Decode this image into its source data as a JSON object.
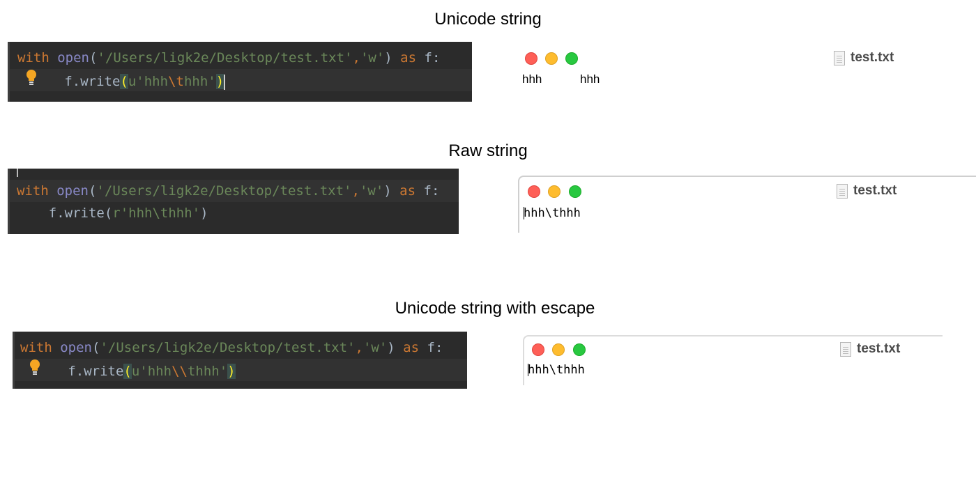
{
  "sections": [
    {
      "title": "Unicode string",
      "code": {
        "line1": {
          "kw_with": "with",
          "fn_open": "open",
          "p_open": "(",
          "path": "'/Users/ligk2e/Desktop/test.txt'",
          "comma": ",",
          "mode": "'w'",
          "p_close": ")",
          "kw_as": "as",
          "tail": " f:"
        },
        "line2": {
          "call": "f.write",
          "p_open": "(",
          "str_a": "u'hhh",
          "esc": "\\t",
          "str_b": "hhh'",
          "p_close": ")"
        }
      },
      "window": {
        "filename": "test.txt",
        "content_left": "hhh",
        "content_right": "hhh"
      }
    },
    {
      "title": "Raw string",
      "code": {
        "line1": {
          "kw_with": "with",
          "fn_open": "open",
          "p_open": "(",
          "path": "'/Users/ligk2e/Desktop/test.txt'",
          "comma": ",",
          "mode": "'w'",
          "p_close": ")",
          "kw_as": "as",
          "tail": " f:"
        },
        "line2": {
          "call": "f.write",
          "p_open": "(",
          "str_a": "r'hhh\\thhh'",
          "p_close": ")"
        }
      },
      "window": {
        "filename": "test.txt",
        "content": "hhh\\thhh"
      }
    },
    {
      "title": "Unicode string with escape",
      "code": {
        "line1": {
          "kw_with": "with",
          "fn_open": "open",
          "p_open": "(",
          "path": "'/Users/ligk2e/Desktop/test.txt'",
          "comma": ",",
          "mode": "'w'",
          "p_close": ")",
          "kw_as": "as",
          "tail": " f:"
        },
        "line2": {
          "call": "f.write",
          "p_open": "(",
          "str_a": "u'hhh",
          "esc": "\\\\",
          "str_b": "thhh'",
          "p_close": ")"
        }
      },
      "window": {
        "filename": "test.txt",
        "content": "hhh\\thhh"
      }
    }
  ],
  "colors": {
    "editor_bg": "#2b2b2b",
    "keyword": "#cc7832",
    "string": "#6a8759",
    "function": "#8888c6",
    "bulb": "#f5a623"
  },
  "icons": [
    "lightbulb-icon",
    "close-dot",
    "minimize-dot",
    "zoom-dot",
    "document-icon"
  ]
}
